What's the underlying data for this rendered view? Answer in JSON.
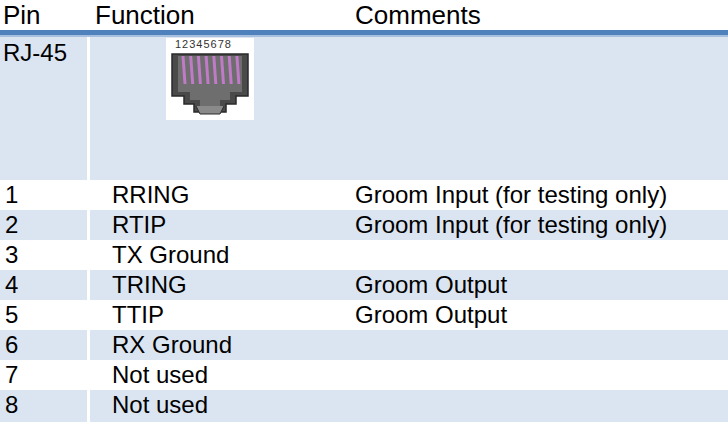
{
  "diagram": {
    "labels": [
      "Pin",
      "Function",
      "Comments",
      "RJ-45",
      "12345678",
      "1",
      "RRING",
      "Groom Input (for testing only)",
      "2",
      "RTIP",
      "Groom Input (for testing only)",
      "3",
      "TX Ground",
      "4",
      "TRING",
      "Groom Output",
      "5",
      "TTIP",
      "Groom Output",
      "6",
      "RX Ground",
      "7",
      "Not used",
      "8",
      "Not used"
    ]
  }
}
